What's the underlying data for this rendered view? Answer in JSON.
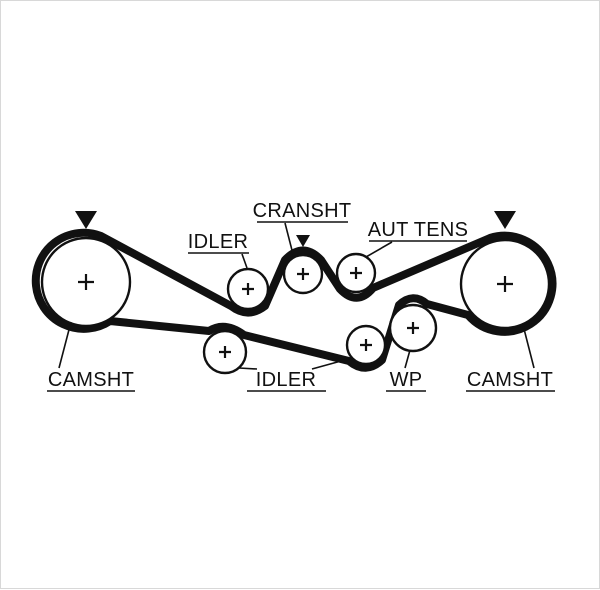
{
  "diagram": {
    "type": "timing-belt-routing",
    "pulley_count": 8,
    "labels": {
      "cransht": "CRANSHT",
      "idler_top": "IDLER",
      "aut_tens": "AUT TENS",
      "camsht_left": "CAMSHT",
      "idler_bottom": "IDLER",
      "wp": "WP",
      "camsht_right": "CAMSHT"
    },
    "symbols": {
      "pulley_center_mark": "+",
      "direction_arrow": "down-triangle"
    },
    "colors": {
      "belt": "#111111",
      "outline": "#111111",
      "background": "#ffffff"
    }
  }
}
